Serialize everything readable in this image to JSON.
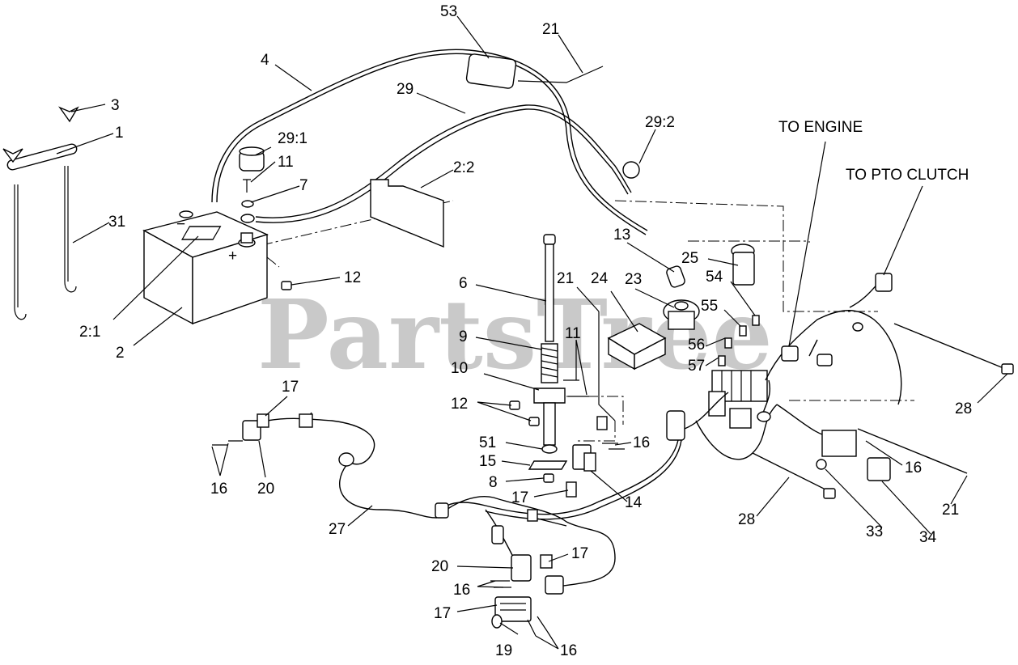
{
  "watermark": "PartsTree",
  "destinations": {
    "engine": "TO ENGINE",
    "pto_clutch": "TO PTO CLUTCH"
  },
  "callouts": {
    "c53": "53",
    "c21a": "21",
    "c4": "4",
    "c3": "3",
    "c29": "29",
    "c1": "1",
    "c29_1": "29:1",
    "c29_2": "29:2",
    "c11a": "11",
    "c7": "7",
    "c2_2": "2:2",
    "c31": "31",
    "c12a": "12",
    "c2_1": "2:1",
    "c2": "2",
    "c13": "13",
    "c25": "25",
    "c6": "6",
    "c21b": "21",
    "c24": "24",
    "c23": "23",
    "c54": "54",
    "c55": "55",
    "c9": "9",
    "c11b": "11",
    "c56": "56",
    "c57": "57",
    "c10": "10",
    "c17a": "17",
    "c12b": "12",
    "c28a": "28",
    "c51": "51",
    "c16a": "16",
    "c15": "15",
    "c16b": "16",
    "c20a": "20",
    "c8": "8",
    "c17b": "17",
    "c14": "14",
    "c27": "27",
    "c28b": "28",
    "c33": "33",
    "c34": "34",
    "c21c": "21",
    "c16c": "16",
    "c20b": "20",
    "c17c": "17",
    "c16d": "16",
    "c17d": "17",
    "c19": "19",
    "c16e": "16"
  }
}
